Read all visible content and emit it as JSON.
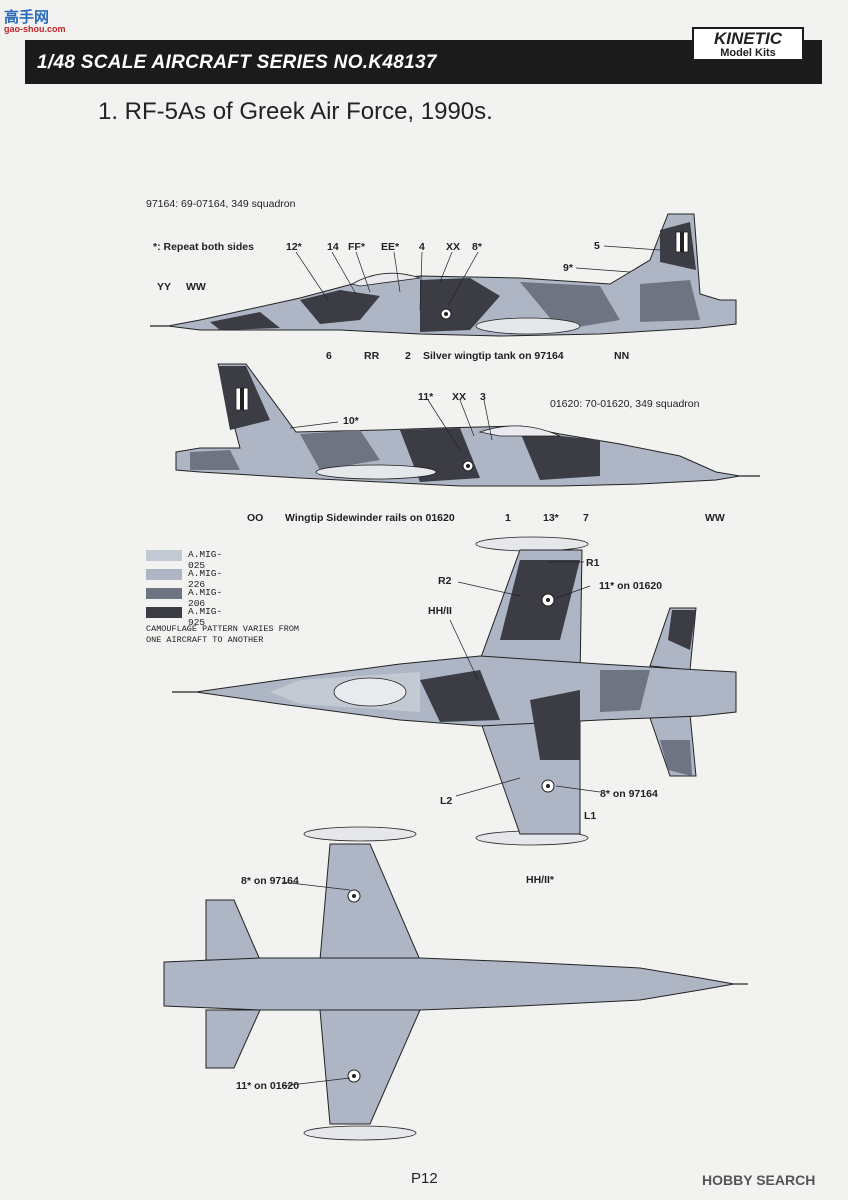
{
  "watermark": {
    "left": "高手网",
    "url": "gao-shou.com"
  },
  "header": {
    "title": "1/48 SCALE AIRCRAFT SERIES NO.K48137",
    "brand_main": "KINETIC",
    "brand_sub": "Model Kits"
  },
  "heading": "1. RF-5As of Greek Air Force, 1990s.",
  "aircraft1": {
    "serial_caption": "97164: 69-07164, 349 squadron",
    "repeat_note": "*: Repeat both sides",
    "labels": {
      "l12": "12*",
      "l14": "14",
      "lFF": "FF*",
      "lEE": "EE*",
      "l4": "4",
      "lXX": "XX",
      "l8": "8*",
      "l5": "5",
      "l9": "9*",
      "lYY": "YY",
      "lWW": "WW",
      "l6": "6",
      "lRR": "RR",
      "l2": "2",
      "tank": "Silver wingtip tank on 97164",
      "lNN": "NN"
    }
  },
  "aircraft2": {
    "serial_caption": "01620: 70-01620, 349 squadron",
    "labels": {
      "l11": "11*",
      "lXX": "XX",
      "l3": "3",
      "l10": "10*",
      "lOO": "OO",
      "rails": "Wingtip Sidewinder rails on 01620",
      "l1": "1",
      "l13": "13*",
      "l7": "7",
      "lWW": "WW"
    }
  },
  "legend": {
    "items": [
      {
        "label": "A.MIG-025",
        "color": "#c4cad4"
      },
      {
        "label": "A.MIG-226",
        "color": "#aeb6c6"
      },
      {
        "label": "A.MIG-206",
        "color": "#6f7482"
      },
      {
        "label": "A.MIG-925",
        "color": "#3b3c44"
      }
    ],
    "note": "CAMOUFLAGE PATTERN VARIES FROM\nONE AIRCRAFT TO ANOTHER"
  },
  "top_view": {
    "labels": {
      "R1": "R1",
      "R2": "R2",
      "l11": "11* on 01620",
      "HHII": "HH/II",
      "L2": "L2",
      "l8": "8* on 97164",
      "L1": "L1",
      "HHII2": "HH/II*"
    }
  },
  "bottom_view": {
    "labels": {
      "l8": "8* on 97164",
      "l11": "11* on 01620"
    }
  },
  "footer": {
    "page": "P12",
    "hobby_logo": "HOBBY SEARCH"
  }
}
